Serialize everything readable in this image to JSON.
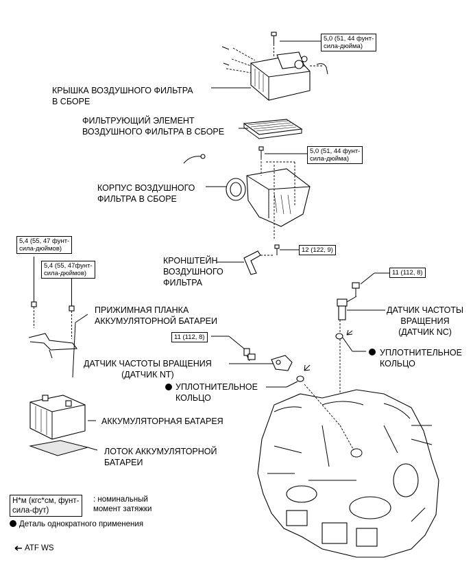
{
  "labels": {
    "air_cleaner_cap": "КРЫШКА ВОЗДУШНОГО ФИЛЬТРА\nВ СБОРЕ",
    "filter_element": "ФИЛЬТРУЮЩИЙ ЭЛЕМЕНТ\nВОЗДУШНОГО ФИЛЬТРА В СБОРЕ",
    "air_cleaner_case": "КОРПУС ВОЗДУШНОГО\nФИЛЬТРА В СБОРЕ",
    "air_cleaner_bracket": "КРОНШТЕЙН\nВОЗДУШНОГО\nФИЛЬТРА",
    "battery_clamp": "ПРИЖИМНАЯ ПЛАНКА\nАККУМУЛЯТОРНОЙ БАТАРЕИ",
    "speed_sensor_nc": "ДАТЧИК ЧАСТОТЫ\nВРАЩЕНИЯ\n(ДАТЧИК NC)",
    "o_ring_right": "УПЛОТНИТЕЛЬНОЕ\nКОЛЬЦО",
    "speed_sensor_nt": "ДАТЧИК ЧАСТОТЫ ВРАЩЕНИЯ\n(ДАТЧИК NT)",
    "o_ring_left": "УПЛОТНИТЕЛЬНОЕ\nКОЛЬЦО",
    "battery": "АККУМУЛЯТОРНАЯ БАТАРЕЯ",
    "battery_tray": "ЛОТОК АККУМУЛЯТОРНОЙ\nБАТАРЕИ"
  },
  "torque": {
    "cap_bolt": "5,0 (51, 44 фунт-\nсила-дюйма)",
    "case_bolt": "5,0 (51, 44 фунт-\nсила-дюйма)",
    "bracket_bolt": "12 (122, 9)",
    "clamp_nut_1": "5,4 (55, 47 фунт-\nсила-дюймов)",
    "clamp_nut_2": "5,4 (55, 47фунт-\nсила-дюймов)",
    "nc_bolt": "11 (112, 8)",
    "nt_bolt": "11 (112, 8)"
  },
  "legend": {
    "unit_box": "Н*м (кгс*см, фунт-\nсила-фут)",
    "unit_desc": ": номинальный\nмомент затяжки",
    "single_use": "Деталь однократного применения",
    "atf": "ATF WS"
  }
}
